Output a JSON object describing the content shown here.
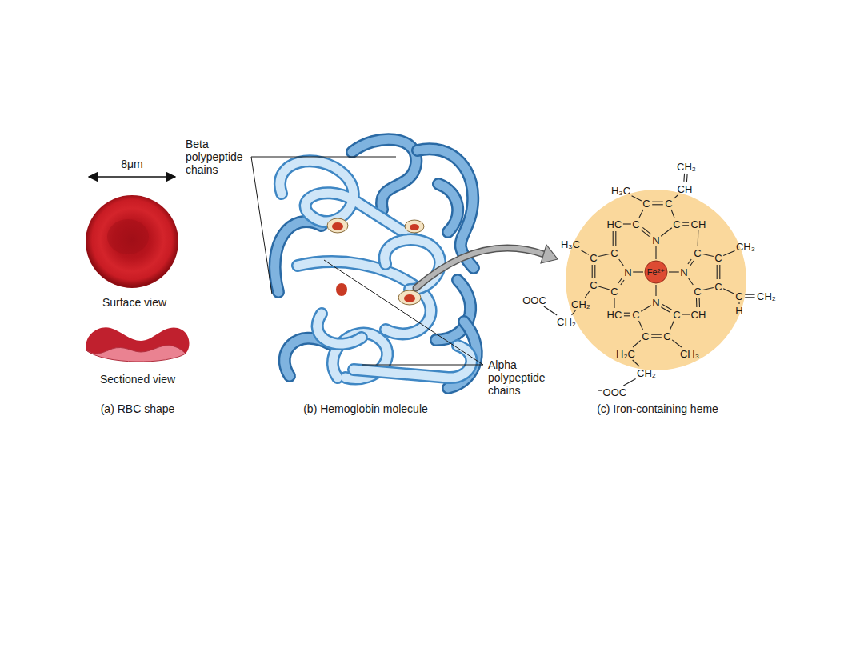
{
  "diagram": {
    "labels": [
      "8μm",
      "Surface view",
      "Sectioned view",
      "(a) RBC shape",
      "Beta polypeptide chains",
      "Alpha polypeptide chains",
      "(b) Hemoglobin molecule",
      "(c) Iron-containing heme",
      "CH₂",
      "CH",
      "H₃C",
      "C",
      "C",
      "HC",
      "C",
      "C",
      "CH",
      "N",
      "H₃C",
      "C",
      "C",
      "N",
      "Fe²⁺",
      "N",
      "C",
      "C",
      "CH₃",
      "C",
      "C",
      "C",
      "C",
      "C",
      "H",
      "CH₂",
      "OOC",
      "CH₂",
      "CH₂",
      "HC",
      "C",
      "C",
      "CH",
      "N",
      "C",
      "C",
      "H₂C",
      "CH₃",
      "CH₂",
      "⁻OOC"
    ]
  }
}
